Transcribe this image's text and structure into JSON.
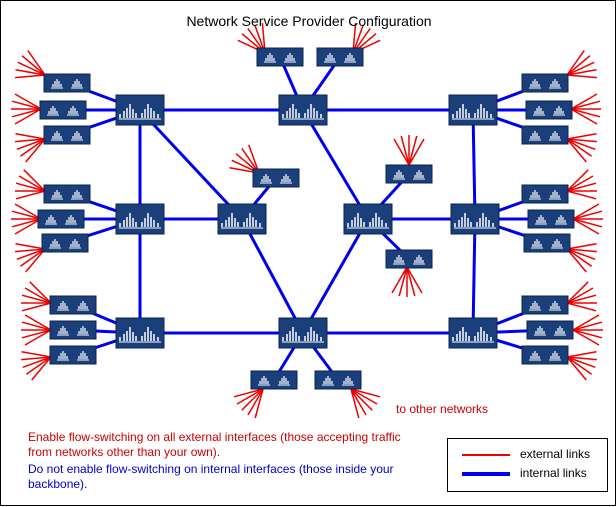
{
  "title": "Network Service Provider Configuration",
  "annotation_other_networks": "to other networks",
  "notes": {
    "external": "Enable flow-switching on all external interfaces (those accepting traffic from networks other than your own).",
    "internal": "Do not enable flow-switching on internal interfaces (those inside your backbone)."
  },
  "legend": {
    "external": "external links",
    "internal": "internal links"
  },
  "colors": {
    "external_link": "#ee0000",
    "internal_link": "#0000ee",
    "device": "#1a3f7a",
    "device_icon": "#ffffff",
    "note_external": "#cc0000",
    "note_internal": "#0000cc"
  },
  "icons": {
    "router": "router-icon",
    "access_device": "access-device-icon"
  }
}
